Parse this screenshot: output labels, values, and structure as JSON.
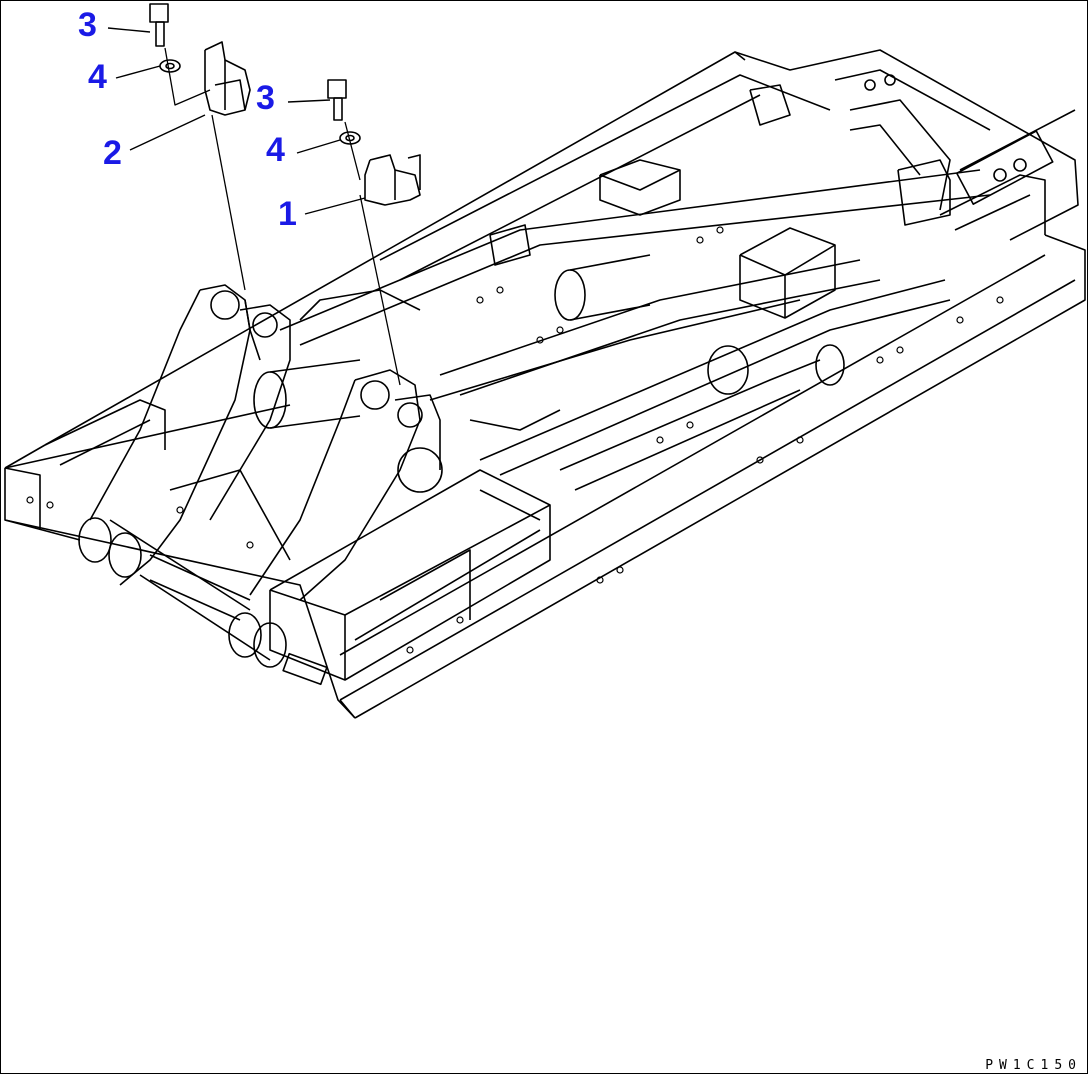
{
  "callouts": [
    {
      "id": "c1",
      "label": "3"
    },
    {
      "id": "c2",
      "label": "4"
    },
    {
      "id": "c3",
      "label": "2"
    },
    {
      "id": "c4",
      "label": "3"
    },
    {
      "id": "c5",
      "label": "4"
    },
    {
      "id": "c6",
      "label": "1"
    }
  ],
  "drawing_code": "PW1C150",
  "colors": {
    "callout": "#1a1ae6",
    "line": "#000000"
  }
}
